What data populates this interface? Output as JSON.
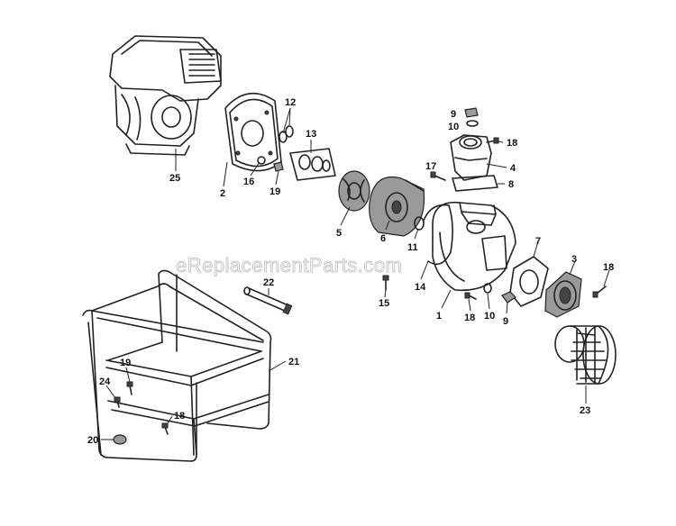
{
  "watermark": "eReplacementParts.com",
  "callouts": [
    "25",
    "2",
    "12",
    "16",
    "19",
    "13",
    "5",
    "6",
    "11",
    "9",
    "10",
    "18",
    "17",
    "4",
    "8",
    "14",
    "1",
    "15",
    "7",
    "3",
    "18",
    "18",
    "10",
    "9",
    "22",
    "21",
    "19",
    "24",
    "18",
    "20",
    "23"
  ]
}
